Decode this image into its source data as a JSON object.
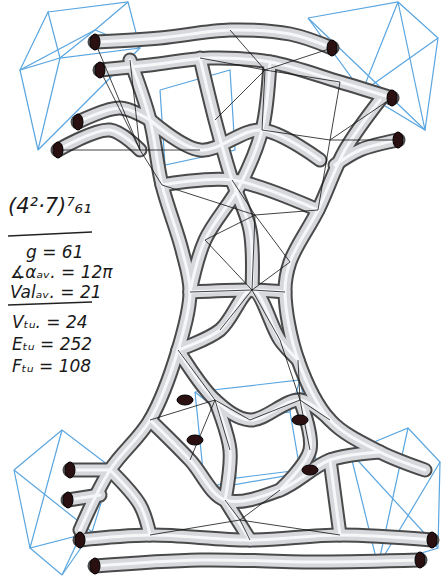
{
  "diagram": {
    "labels": [
      "(4²·7)⁷₆₁",
      "g = 61",
      "∡αₐᵥ. = 12π",
      "Valₐᵥ. = 21",
      "Vₜᵤ. = 24",
      "Eₜᵤ = 252",
      "Fₜᵤ = 108"
    ]
  }
}
